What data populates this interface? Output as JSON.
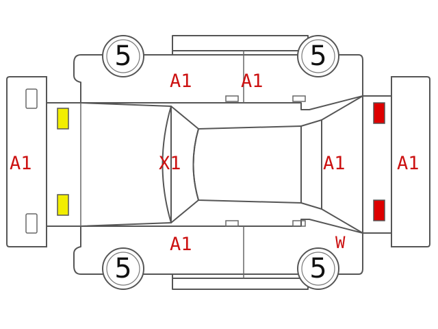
{
  "colors": {
    "code_text": "#cc1111",
    "outline": "#555555",
    "headlight_fill": "#f2ee00",
    "taillight_fill": "#dd0000"
  },
  "tires": {
    "front_left": "5",
    "rear_left": "5",
    "front_right": "5",
    "rear_right": "5"
  },
  "codes": {
    "front_bumper": "A1",
    "rear_bumper": "A1",
    "hood": "X1",
    "roof": "",
    "rear_hatch": "A1",
    "left_front_door": "A1",
    "left_rear_door": "A1",
    "right_front_door": "A1",
    "right_rear_quarter": "W"
  },
  "lamps": {
    "headlights": [
      "headlight-left",
      "headlight-right"
    ],
    "taillights": [
      "taillight-left",
      "taillight-right"
    ]
  }
}
